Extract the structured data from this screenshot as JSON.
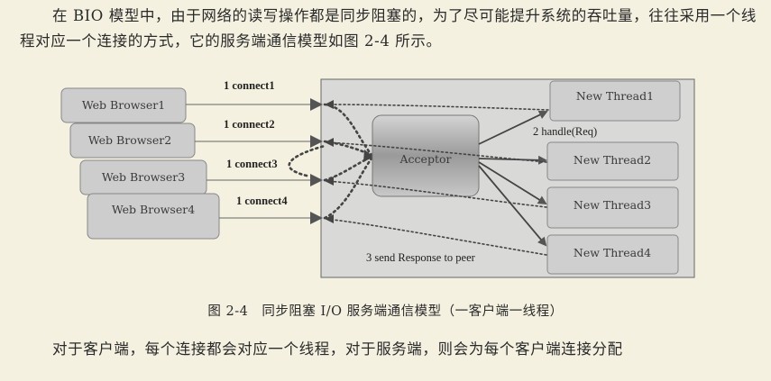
{
  "text": {
    "para1": "在 BIO 模型中，由于网络的读写操作都是同步阻塞的，为了尽可能提升系统的吞吐量，往往采用一个线程对应一个连接的方式，它的服务端通信模型如图 2-4 所示。",
    "caption": "图 2-4　同步阻塞 I/O 服务端通信模型（一客户端一线程）",
    "para2": "对于客户端，每个连接都会对应一个线程，对于服务端，则会为每个客户端连接分配"
  },
  "diagram": {
    "browsers": [
      "Web Browser1",
      "Web Browser2",
      "Web Browser3",
      "Web Browser4"
    ],
    "connects": [
      "1 connect1",
      "1 connect2",
      "1 connect3",
      "1 connect4"
    ],
    "acceptor": "Acceptor",
    "threads": [
      "New Thread1",
      "New Thread2",
      "New Thread3",
      "New Thread4"
    ],
    "handle_label": "2 handle(Req)",
    "response_label": "3 send Response to peer"
  },
  "colors": {
    "background": "#f4f1e0",
    "box_fill": "#cfcfcf",
    "server_fill": "#d8d8d6",
    "line": "#555555"
  }
}
